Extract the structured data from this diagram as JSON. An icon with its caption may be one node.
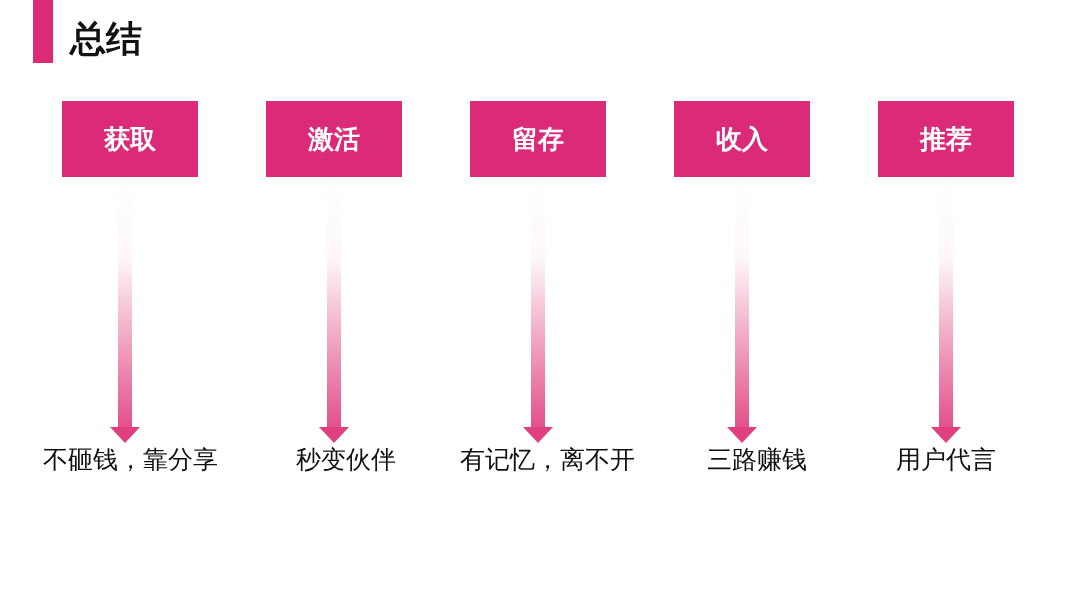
{
  "diagram": {
    "title": "总结",
    "nodes": [
      {
        "text": [
          "获取"
        ]
      },
      {
        "text": [
          "激活"
        ]
      },
      {
        "text": [
          "留存"
        ]
      },
      {
        "text": [
          "收入"
        ]
      },
      {
        "text": [
          "推荐"
        ]
      },
      {
        "text": [
          "不砸钱，靠分享"
        ]
      },
      {
        "text": [
          "秒变伙伴"
        ]
      },
      {
        "text": [
          "有记忆，离不开"
        ]
      },
      {
        "text": [
          "三路赚钱"
        ]
      },
      {
        "text": [
          "用户代言"
        ]
      }
    ],
    "edges": [
      {
        "from": 0,
        "to": 5,
        "arrow": "to"
      },
      {
        "from": 1,
        "to": 6,
        "arrow": "to"
      },
      {
        "from": 2,
        "to": 7,
        "arrow": "to"
      },
      {
        "from": 3,
        "to": 8,
        "arrow": "to"
      },
      {
        "from": 4,
        "to": 9,
        "arrow": "to"
      }
    ]
  }
}
